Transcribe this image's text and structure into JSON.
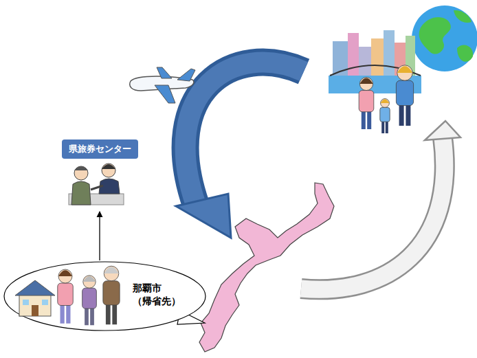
{
  "diagram": {
    "nodes": [
      {
        "text": [
          "県旅券センター"
        ]
      },
      {
        "text": [
          "那覇市 （帰省先）"
        ]
      }
    ],
    "edges": [
      {
        "from": 1,
        "to": 0,
        "arrow": "to"
      }
    ]
  }
}
